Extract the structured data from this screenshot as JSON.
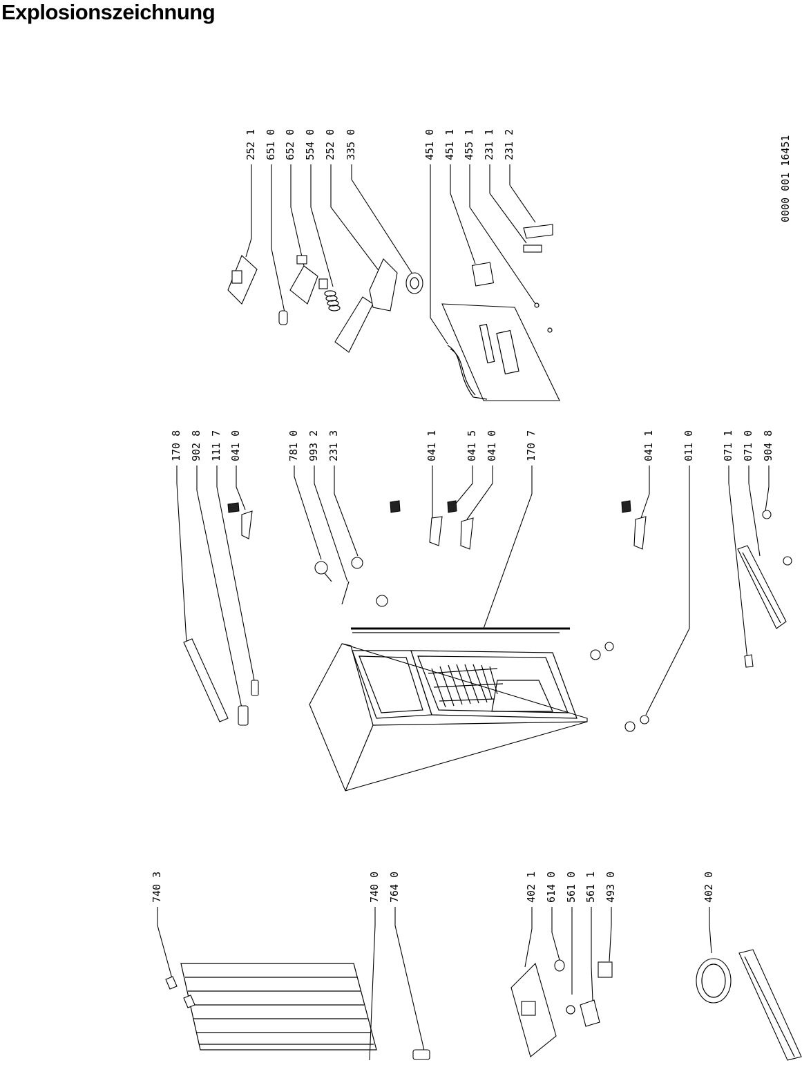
{
  "title": "Explosionszeichnung",
  "doc_code": "0000 001  16451",
  "callouts": [
    {
      "id": "c-252-1",
      "text": "252 1"
    },
    {
      "id": "c-651-0",
      "text": "651 0"
    },
    {
      "id": "c-652-0",
      "text": "652 0"
    },
    {
      "id": "c-554-0",
      "text": "554 0"
    },
    {
      "id": "c-252-0",
      "text": "252 0"
    },
    {
      "id": "c-335-0",
      "text": "335 0"
    },
    {
      "id": "c-451-0",
      "text": "451 0"
    },
    {
      "id": "c-451-1",
      "text": "451 1"
    },
    {
      "id": "c-455-1",
      "text": "455 1"
    },
    {
      "id": "c-231-1",
      "text": "231 1"
    },
    {
      "id": "c-231-2",
      "text": "231 2"
    },
    {
      "id": "c-170-8",
      "text": "170 8"
    },
    {
      "id": "c-902-8",
      "text": "902 8"
    },
    {
      "id": "c-111-7",
      "text": "111 7"
    },
    {
      "id": "c-041-0a",
      "text": "041 0"
    },
    {
      "id": "c-781-0",
      "text": "781 0"
    },
    {
      "id": "c-993-2",
      "text": "993 2"
    },
    {
      "id": "c-231-3",
      "text": "231 3"
    },
    {
      "id": "c-041-1a",
      "text": "041 1"
    },
    {
      "id": "c-041-5",
      "text": "041 5"
    },
    {
      "id": "c-041-0b",
      "text": "041 0"
    },
    {
      "id": "c-170-7",
      "text": "170 7"
    },
    {
      "id": "c-041-1b",
      "text": "041 1"
    },
    {
      "id": "c-011-0",
      "text": "011 0"
    },
    {
      "id": "c-071-1",
      "text": "071 1"
    },
    {
      "id": "c-071-0",
      "text": "071 0"
    },
    {
      "id": "c-904-8",
      "text": "904 8"
    },
    {
      "id": "c-740-3",
      "text": "740 3"
    },
    {
      "id": "c-740-0",
      "text": "740 0"
    },
    {
      "id": "c-764-0",
      "text": "764 0"
    },
    {
      "id": "c-402-1",
      "text": "402 1"
    },
    {
      "id": "c-614-0",
      "text": "614 0"
    },
    {
      "id": "c-561-0",
      "text": "561 0"
    },
    {
      "id": "c-561-1",
      "text": "561 1"
    },
    {
      "id": "c-493-0",
      "text": "493 0"
    },
    {
      "id": "c-402-0",
      "text": "402 0"
    }
  ]
}
